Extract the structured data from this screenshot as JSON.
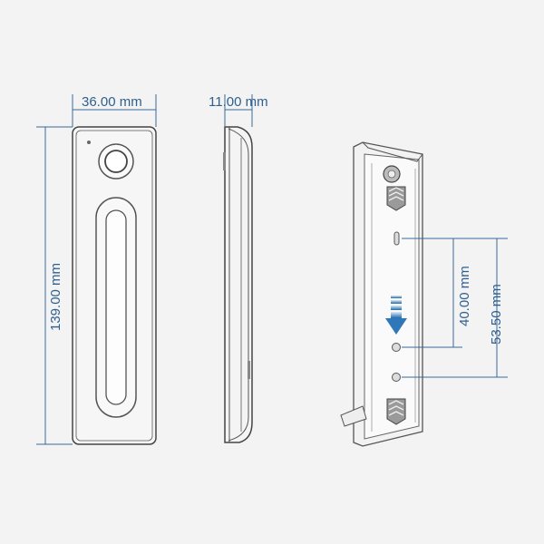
{
  "dimensions": {
    "width": "36.00 mm",
    "height": "139.00 mm",
    "depth": "11.00 mm",
    "hole_spacing_a": "40.00 mm",
    "hole_spacing_b": "53.50 mm"
  },
  "colors": {
    "background": "#f3f3f3",
    "dimension": "#2f5f8f",
    "arrow": "#2e77b8"
  }
}
